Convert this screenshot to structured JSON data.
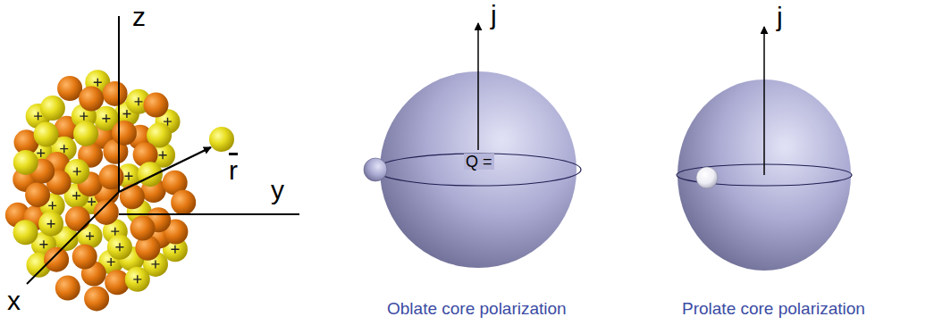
{
  "diagram": {
    "labels": [
      "z",
      "y",
      "x",
      "r",
      "j",
      "Q =",
      "Oblate core polarization",
      "j",
      "Prolate core polarization"
    ]
  }
}
